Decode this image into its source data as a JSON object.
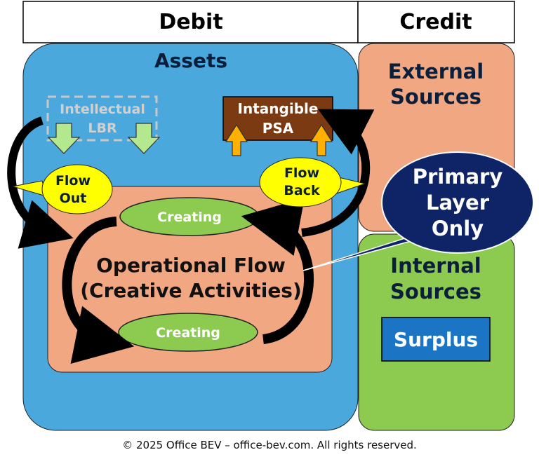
{
  "header": {
    "debit": "Debit",
    "credit": "Credit"
  },
  "assets": {
    "title": "Assets"
  },
  "intellectual": {
    "line1": "Intellectual",
    "line2": "LBR"
  },
  "intangible": {
    "line1": "Intangible",
    "line2": "PSA"
  },
  "flow_out": {
    "line1": "Flow",
    "line2": "Out"
  },
  "flow_back": {
    "line1": "Flow",
    "line2": "Back"
  },
  "creating_top": "Creating",
  "creating_bottom": "Creating",
  "operational": {
    "line1": "Operational Flow",
    "line2": "(Creative Activities)"
  },
  "external": {
    "line1": "External",
    "line2": "Sources"
  },
  "internal": {
    "line1": "Internal",
    "line2": "Sources"
  },
  "surplus": "Surplus",
  "callout": {
    "line1": "Primary",
    "line2": "Layer",
    "line3": "Only"
  },
  "footer": "© 2025 Office BEV – office-bev.com. All rights reserved.",
  "colors": {
    "assets_blue": "#4aa8dd",
    "ops_salmon": "#f2a783",
    "external_salmon": "#f2a783",
    "internal_green": "#8ccb4f",
    "surplus_blue": "#1c74c4",
    "intangible_brown": "#7b3a12",
    "callout_navy": "#0f2466",
    "bubble_yellow": "#ffff00",
    "creating_green": "#8ccb4f",
    "up_arrow_orange": "#ffb000",
    "down_arrow_green": "#b3e88f"
  }
}
